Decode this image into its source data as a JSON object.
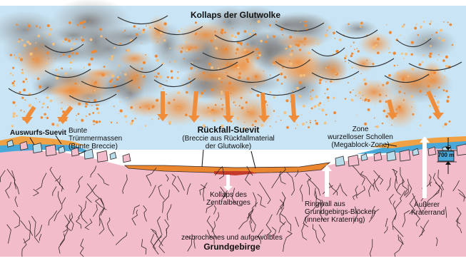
{
  "diagram": {
    "title": "Kollaps der Glutwolke",
    "labels": {
      "auswurf_suevit": "Auswurfs-Suevit",
      "bunte_line1": "Bunte",
      "bunte_line2": "Trümmermassen",
      "bunte_line3": "(Bunte Breccie)",
      "rueckfall_line1": "Rückfall-Suevit",
      "rueckfall_line2": "(Breccie aus Rückfallmaterial",
      "rueckfall_line3": "der Glutwolke)",
      "zone_line1": "Zone",
      "zone_line2": "wurzelloser Schollen",
      "zone_line3": "(Megablock-Zone)",
      "scale": "700 m",
      "kollaps_line1": "Kollaps des",
      "kollaps_line2": "Zentralberges",
      "ringwall_line1": "Ringwall aus",
      "ringwall_line2": "Grundgebirgs-Blöcken",
      "ringwall_line3": "(innerer Kraterring)",
      "aeusserer_line1": "Äußerer",
      "aeusserer_line2": "Kraterrand",
      "grund_line1": "zerbrochenes und aufgewölbtes",
      "grund_line2": "Grundgebirge"
    },
    "colors": {
      "sky": "#c9e4f4",
      "cloud": "#8c8c8c",
      "ember": "#ef9a45",
      "arrow": "#f08d3a",
      "basement": "#f2bccb",
      "suevit": "#f0a143",
      "layer_blue": "#4aa8d8",
      "crack": "#3a2a2a"
    }
  }
}
